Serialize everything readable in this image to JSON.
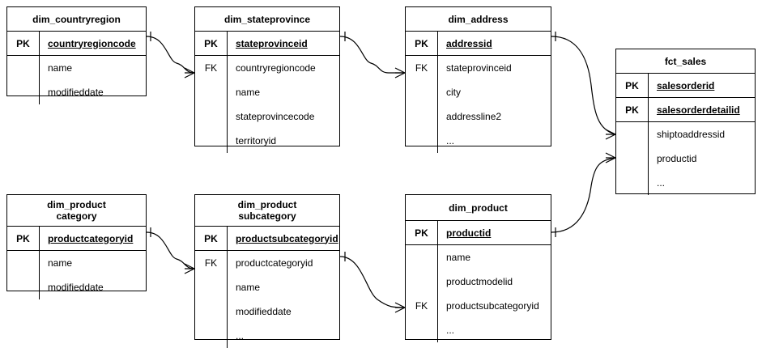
{
  "diagram": {
    "title": "Star schema entity relationship diagram",
    "background": "#ffffff",
    "line_color": "#000000",
    "text_color": "#000000"
  },
  "entities": [
    {
      "id": "dim_countryregion",
      "name": "dim_countryregion",
      "keys": [
        {
          "key": "PK",
          "field": "countryregioncode"
        }
      ],
      "fields": [
        {
          "key": "",
          "field": "name"
        },
        {
          "key": "",
          "field": "modifieddate"
        }
      ]
    },
    {
      "id": "dim_stateprovince",
      "name": "dim_stateprovince",
      "keys": [
        {
          "key": "PK",
          "field": "stateprovinceid"
        }
      ],
      "fields": [
        {
          "key": "FK",
          "field": "countryregioncode"
        },
        {
          "key": "",
          "field": "name"
        },
        {
          "key": "",
          "field": "stateprovincecode"
        },
        {
          "key": "",
          "field": "territoryid"
        }
      ]
    },
    {
      "id": "dim_address",
      "name": "dim_address",
      "keys": [
        {
          "key": "PK",
          "field": "addressid"
        }
      ],
      "fields": [
        {
          "key": "FK",
          "field": "stateprovinceid"
        },
        {
          "key": "",
          "field": "city"
        },
        {
          "key": "",
          "field": "addressline2"
        },
        {
          "key": "",
          "field": "..."
        }
      ]
    },
    {
      "id": "fct_sales",
      "name": "fct_sales",
      "keys": [
        {
          "key": "PK",
          "field": "salesorderid"
        },
        {
          "key": "PK",
          "field": "salesorderdetailid"
        }
      ],
      "fields": [
        {
          "key": "",
          "field": "shiptoaddressid"
        },
        {
          "key": "",
          "field": "productid"
        },
        {
          "key": "",
          "field": "..."
        }
      ]
    },
    {
      "id": "dim_productcategory",
      "name": "dim_product\ncategory",
      "keys": [
        {
          "key": "PK",
          "field": "productcategoryid"
        }
      ],
      "fields": [
        {
          "key": "",
          "field": "name"
        },
        {
          "key": "",
          "field": "modifieddate"
        }
      ]
    },
    {
      "id": "dim_productsubcategory",
      "name": "dim_product\nsubcategory",
      "keys": [
        {
          "key": "PK",
          "field": "productsubcategoryid"
        }
      ],
      "fields": [
        {
          "key": "FK",
          "field": "productcategoryid"
        },
        {
          "key": "",
          "field": "name"
        },
        {
          "key": "",
          "field": "modifieddate"
        },
        {
          "key": "",
          "field": "..."
        }
      ]
    },
    {
      "id": "dim_product",
      "name": "dim_product",
      "keys": [
        {
          "key": "PK",
          "field": "productid"
        }
      ],
      "fields": [
        {
          "key": "",
          "field": "name"
        },
        {
          "key": "",
          "field": "productmodelid"
        },
        {
          "key": "FK",
          "field": "productsubcategoryid"
        },
        {
          "key": "",
          "field": "..."
        }
      ]
    }
  ],
  "relationships": [
    {
      "id": "rel-countryregion-stateprovince",
      "from": "dim_countryregion.countryregioncode",
      "to": "dim_stateprovince.countryregioncode",
      "cardinality": "one-to-many"
    },
    {
      "id": "rel-stateprovince-address",
      "from": "dim_stateprovince.stateprovinceid",
      "to": "dim_address.stateprovinceid",
      "cardinality": "one-to-many"
    },
    {
      "id": "rel-address-fctsales",
      "from": "dim_address.addressid",
      "to": "fct_sales.shiptoaddressid",
      "cardinality": "one-to-many"
    },
    {
      "id": "rel-product-fctsales",
      "from": "dim_product.productid",
      "to": "fct_sales.productid",
      "cardinality": "one-to-many"
    },
    {
      "id": "rel-productcategory-productsubcategory",
      "from": "dim_productcategory.productcategoryid",
      "to": "dim_productsubcategory.productcategoryid",
      "cardinality": "one-to-many"
    },
    {
      "id": "rel-productsubcategory-product",
      "from": "dim_productsubcategory.productsubcategoryid",
      "to": "dim_product.productsubcategoryid",
      "cardinality": "one-to-many"
    }
  ]
}
